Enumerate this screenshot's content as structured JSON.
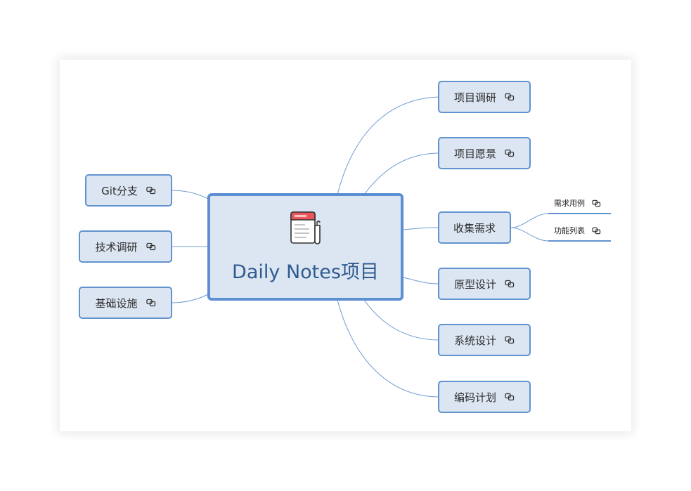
{
  "central": {
    "title": "Daily Notes项目",
    "icon": "notes-icon"
  },
  "right_topics": [
    {
      "label": "项目调研",
      "has_link": true
    },
    {
      "label": "项目愿景",
      "has_link": true
    },
    {
      "label": "收集需求",
      "has_link": false
    },
    {
      "label": "原型设计",
      "has_link": true
    },
    {
      "label": "系统设计",
      "has_link": true
    },
    {
      "label": "编码计划",
      "has_link": true
    }
  ],
  "left_topics": [
    {
      "label": "Git分支",
      "has_link": true
    },
    {
      "label": "技术调研",
      "has_link": true
    },
    {
      "label": "基础设施",
      "has_link": true
    }
  ],
  "subtopics": [
    {
      "label": "需求用例",
      "has_link": true
    },
    {
      "label": "功能列表",
      "has_link": true
    }
  ],
  "colors": {
    "node_fill": "#dce6f2",
    "node_border": "#6193cf",
    "line": "#6f9bd0",
    "title": "#2f5a8f"
  }
}
